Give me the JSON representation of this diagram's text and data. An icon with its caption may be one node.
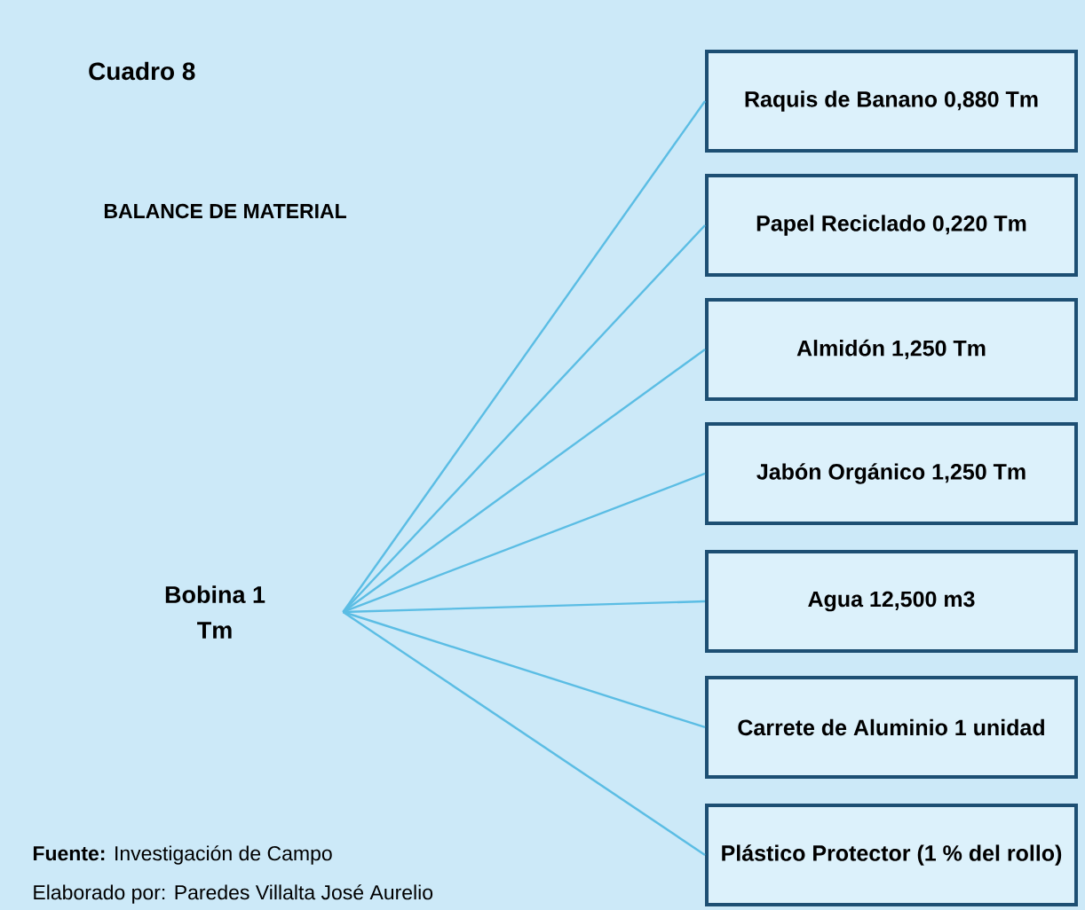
{
  "diagram": {
    "title": "Cuadro 8",
    "nodes": [
      {
        "text": [
          "Bobina 1 Tm"
        ]
      },
      {
        "text": [
          "Raquis de Banano 0,880 Tm"
        ]
      },
      {
        "text": [
          "Papel Reciclado 0,220 Tm"
        ]
      },
      {
        "text": [
          "Almidón 1,250 Tm"
        ]
      },
      {
        "text": [
          "Jabón Orgánico 1,250 Tm"
        ]
      },
      {
        "text": [
          "Agua 12,500 m3"
        ]
      },
      {
        "text": [
          "Carrete de Aluminio 1 unidad"
        ]
      },
      {
        "text": [
          "Plástico Protector (1 % del rollo)"
        ]
      }
    ],
    "edges": [
      {
        "from": 0,
        "to": 1,
        "arrow": "none"
      },
      {
        "from": 0,
        "to": 2,
        "arrow": "none"
      },
      {
        "from": 0,
        "to": 3,
        "arrow": "none"
      },
      {
        "from": 0,
        "to": 4,
        "arrow": "none"
      },
      {
        "from": 0,
        "to": 5,
        "arrow": "none"
      },
      {
        "from": 0,
        "to": 6,
        "arrow": "none"
      },
      {
        "from": 0,
        "to": 7,
        "arrow": "none"
      }
    ],
    "labels": [
      "BALANCE DE MATERIAL",
      "**Fuente:** Investigación de Campo",
      "Elaborado por: Paredes Villalta José Aurelio"
    ]
  }
}
